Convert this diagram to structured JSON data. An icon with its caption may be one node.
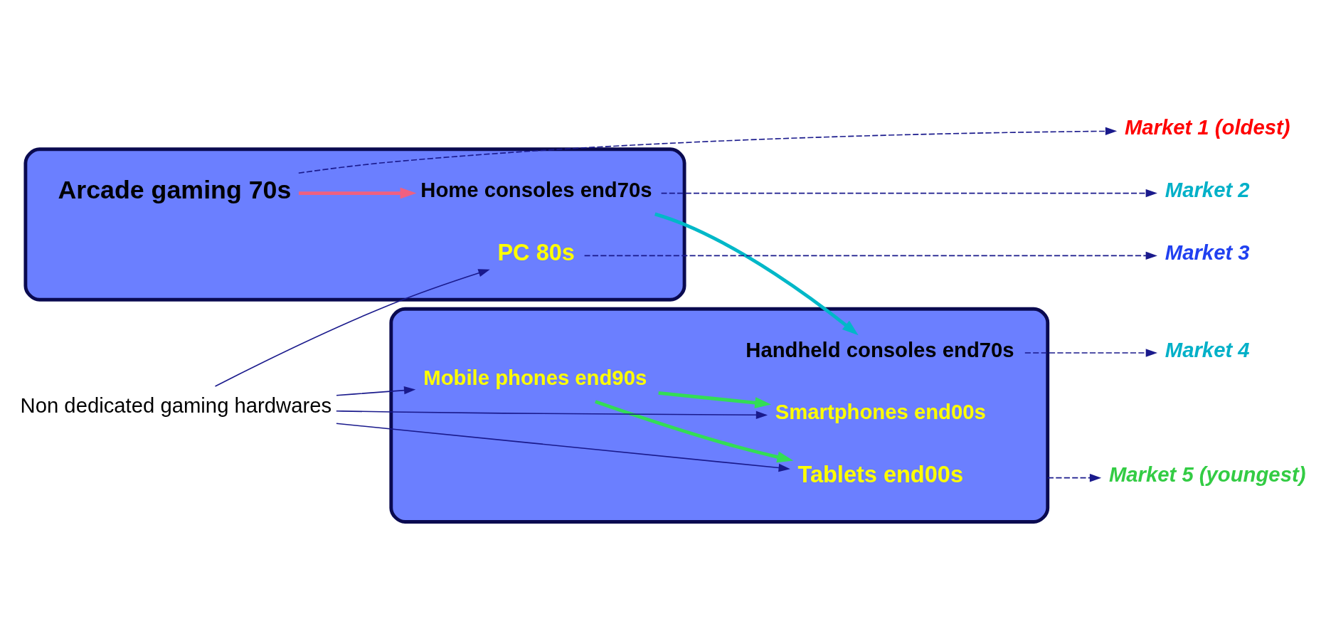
{
  "diagram": {
    "nodes": [
      {
        "text": [],
        "shape": "box"
      },
      {
        "text": [
          "Arcade gaming 70s"
        ],
        "in": 0
      },
      {
        "text": [
          "Home consoles end70s"
        ],
        "in": 0
      },
      {
        "text": [
          "PC 80s"
        ],
        "in": 0
      },
      {
        "text": [],
        "shape": "box"
      },
      {
        "text": [
          "Handheld consoles end70s"
        ],
        "in": 4
      },
      {
        "text": [
          "Mobile phones end90s"
        ],
        "in": 4
      },
      {
        "text": [
          "Smartphones end00s"
        ],
        "in": 4
      },
      {
        "text": [
          "Tablets end00s"
        ],
        "in": 4
      },
      {
        "text": [
          "Non dedicated gaming hardwares"
        ]
      },
      {
        "text": [
          "Market 1 (oldest)"
        ]
      },
      {
        "text": [
          "Market 2"
        ]
      },
      {
        "text": [
          "Market 3"
        ]
      },
      {
        "text": [
          "Market 4"
        ]
      },
      {
        "text": [
          "Market 5 (youngest)"
        ]
      }
    ],
    "edges": [
      {
        "from": 1,
        "to": 2,
        "arrow": "to",
        "style": "thick",
        "color": "#f06080"
      },
      {
        "from": 1,
        "to": 10,
        "arrow": "to",
        "style": "dashed"
      },
      {
        "from": 2,
        "to": 11,
        "arrow": "to",
        "style": "dashed"
      },
      {
        "from": 3,
        "to": 12,
        "arrow": "to",
        "style": "dashed"
      },
      {
        "from": 2,
        "to": 5,
        "arrow": "to",
        "style": "thick",
        "color": "#00b8c8"
      },
      {
        "from": 5,
        "to": 13,
        "arrow": "to",
        "style": "dashed"
      },
      {
        "from": 6,
        "to": 7,
        "arrow": "to",
        "style": "thick",
        "color": "#33dd55"
      },
      {
        "from": 6,
        "to": 8,
        "arrow": "to",
        "style": "thick",
        "color": "#33dd55"
      },
      {
        "from": 4,
        "to": 14,
        "arrow": "to",
        "style": "dashed"
      },
      {
        "from": 9,
        "to": 3,
        "arrow": "to"
      },
      {
        "from": 9,
        "to": 6,
        "arrow": "to"
      },
      {
        "from": 9,
        "to": 7,
        "arrow": "to"
      },
      {
        "from": 9,
        "to": 8,
        "arrow": "to"
      }
    ]
  }
}
